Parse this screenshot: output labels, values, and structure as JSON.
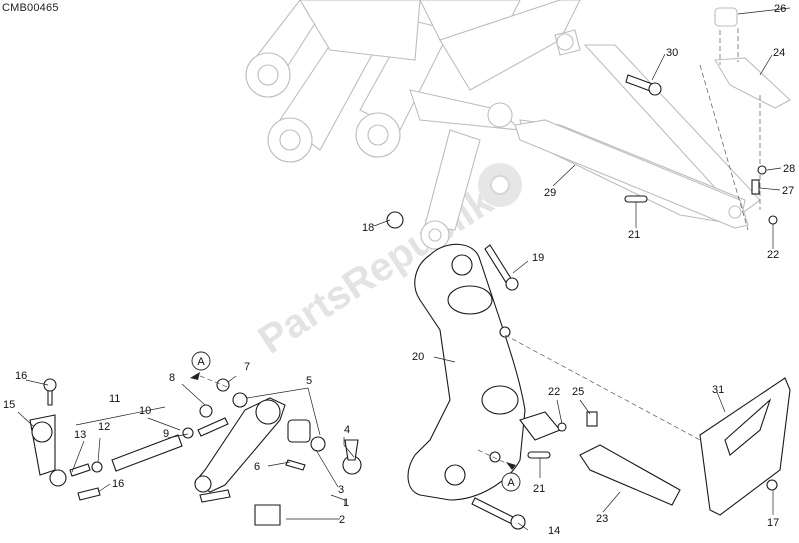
{
  "diagram_code": "CMB00465",
  "watermark": "PartsRepublik",
  "reference_marker": "A",
  "callouts": [
    {
      "id": "c1",
      "label": "1"
    },
    {
      "id": "c2",
      "label": "2"
    },
    {
      "id": "c3",
      "label": "3"
    },
    {
      "id": "c4",
      "label": "4"
    },
    {
      "id": "c5",
      "label": "5"
    },
    {
      "id": "c6",
      "label": "6"
    },
    {
      "id": "c7",
      "label": "7"
    },
    {
      "id": "c8",
      "label": "8"
    },
    {
      "id": "c9",
      "label": "9"
    },
    {
      "id": "c10",
      "label": "10"
    },
    {
      "id": "c11",
      "label": "11"
    },
    {
      "id": "c12",
      "label": "12"
    },
    {
      "id": "c13",
      "label": "13"
    },
    {
      "id": "c14",
      "label": "14"
    },
    {
      "id": "c15",
      "label": "15"
    },
    {
      "id": "c16a",
      "label": "16"
    },
    {
      "id": "c16b",
      "label": "16"
    },
    {
      "id": "c17",
      "label": "17"
    },
    {
      "id": "c18",
      "label": "18"
    },
    {
      "id": "c19",
      "label": "19"
    },
    {
      "id": "c20",
      "label": "20"
    },
    {
      "id": "c21a",
      "label": "21"
    },
    {
      "id": "c21b",
      "label": "21"
    },
    {
      "id": "c22a",
      "label": "22"
    },
    {
      "id": "c22b",
      "label": "22"
    },
    {
      "id": "c23",
      "label": "23"
    },
    {
      "id": "c24",
      "label": "24"
    },
    {
      "id": "c25",
      "label": "25"
    },
    {
      "id": "c26",
      "label": "26"
    },
    {
      "id": "c27",
      "label": "27"
    },
    {
      "id": "c28",
      "label": "28"
    },
    {
      "id": "c29",
      "label": "29"
    },
    {
      "id": "c30",
      "label": "30"
    },
    {
      "id": "c31",
      "label": "31"
    }
  ]
}
